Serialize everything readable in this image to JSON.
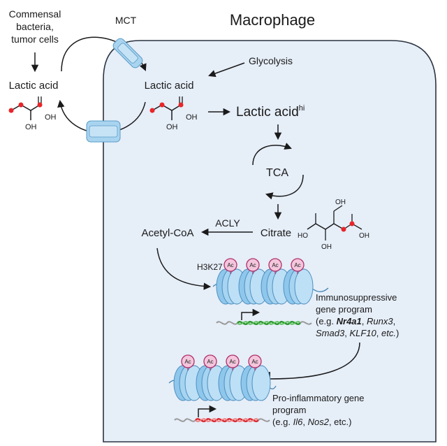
{
  "cell_title": "Macrophage",
  "source": {
    "line1": "Commensal",
    "line2": "bacteria,",
    "line3": "tumor cells"
  },
  "mct_label": "MCT",
  "lactic_outside": "Lactic acid",
  "lactic_inside": "Lactic acid",
  "glycolysis": "Glycolysis",
  "lactic_hi": {
    "main": "Lactic acid",
    "sup": "hi"
  },
  "tca": "TCA",
  "acly": "ACLY",
  "acetyl_coa": "Acetyl-CoA",
  "citrate": "Citrate",
  "h3k27": "H3K27",
  "ac": "Ac",
  "molecule": {
    "oh": "OH",
    "ho": "HO"
  },
  "immuno": {
    "line1": "Immunosuppressive",
    "line2": "gene program",
    "eg": "(e.g. ",
    "nr4a1": "Nr4a1",
    "sep1": ", ",
    "runx3": "Runx3",
    "sep2": ",",
    "smad3": "Smad3",
    "sep3": ", ",
    "klf10": "KLF10",
    "sep4": ", ",
    "etc": "etc.",
    "close": ")"
  },
  "proinf": {
    "line1": "Pro-inflammatory gene",
    "line2": "program",
    "eg": "(e.g. ",
    "il6": "Il6",
    "sep": ", ",
    "nos2": "Nos2",
    "tail": ", etc.)"
  },
  "colors": {
    "cell_fill": "#e6eef8",
    "cell_stroke": "#2a3340",
    "transporter": "#a9d4ef",
    "carbon_red": "#e8252a",
    "nucleosome": "#8fc7ec",
    "ac_fill": "#f3c6dc",
    "ac_stroke": "#b0306a",
    "dna_green": "#1e8f1e",
    "dna_red": "#d7191f"
  }
}
